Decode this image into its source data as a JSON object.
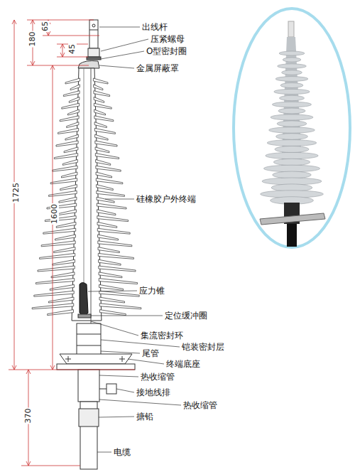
{
  "diagram": {
    "labels": [
      "出线杆",
      "压紧螺母",
      "O型密封圈",
      "金属屏蔽罩",
      "硅橡胶户外终端",
      "应力锥",
      "定位缓冲圈",
      "集流密封环",
      "铠装密封层",
      "尾管",
      "终端底座",
      "热收缩管",
      "接地线排",
      "热收缩管",
      "搪铅",
      "电缆",
      "180",
      "65",
      "45",
      "1725",
      "1600",
      "370"
    ]
  }
}
